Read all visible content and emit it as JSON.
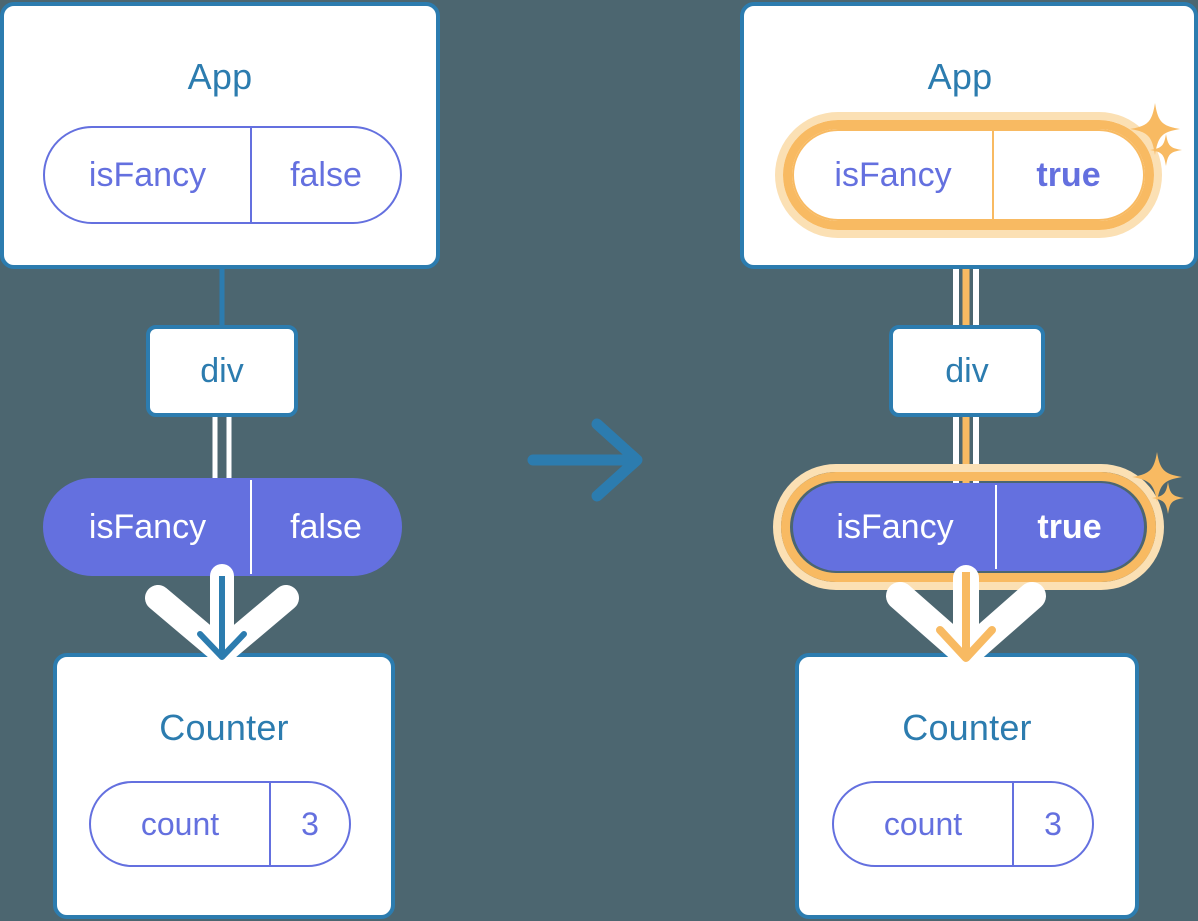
{
  "diagram": {
    "title_hidden": "React state propagation before and after update",
    "background_color": "#4C6670",
    "accent_blue": "#2C7CAF",
    "accent_purple": "#6470DF",
    "highlight_orange": "#F8BA62",
    "highlight_glow": "#FBE0B4",
    "transition_arrow_icon": "arrow-right-icon"
  },
  "before": {
    "app": {
      "title": "App",
      "state": {
        "key": "isFancy",
        "value": "false",
        "highlighted": false
      }
    },
    "div": {
      "label": "div"
    },
    "prop": {
      "key": "isFancy",
      "value": "false",
      "highlighted": false
    },
    "counter": {
      "title": "Counter",
      "state": {
        "key": "count",
        "value": "3",
        "highlighted": false
      }
    }
  },
  "after": {
    "app": {
      "title": "App",
      "state": {
        "key": "isFancy",
        "value": "true",
        "highlighted": true
      }
    },
    "div": {
      "label": "div"
    },
    "prop": {
      "key": "isFancy",
      "value": "true",
      "highlighted": true
    },
    "counter": {
      "title": "Counter",
      "state": {
        "key": "count",
        "value": "3",
        "highlighted": false
      }
    },
    "sparkle_groups": [
      {
        "name": "sparkle-app-state",
        "big": "sparkle-large-icon",
        "small": "sparkle-small-icon"
      },
      {
        "name": "sparkle-prop",
        "big": "sparkle-large-icon",
        "small": "sparkle-small-icon"
      }
    ]
  }
}
